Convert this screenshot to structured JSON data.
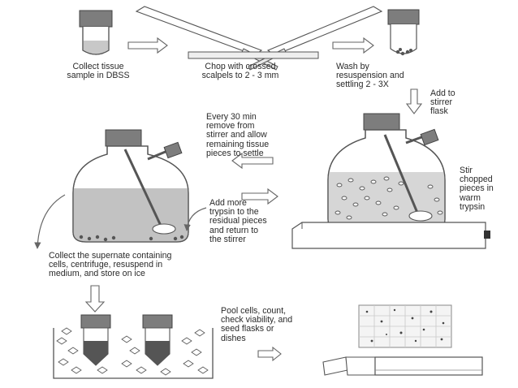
{
  "steps": {
    "collect": "Collect tissue\nsample in DBSS",
    "chop": "Chop with crossed\nscalpels to 2 - 3 mm",
    "wash": "Wash by\nresuspension and\nsettling 2 - 3X",
    "add_flask": "Add to\nstirrer\nflask",
    "remove": "Every 30 min\nremove from\nstirrer and allow\nremaining tissue\npieces to settle",
    "stir": "Stir\nchopped\npieces in\nwarm\ntrypsin",
    "add_more": "Add more\ntrypsin to the\nresidual pieces\nand return to\nthe stirrer",
    "supernate": "Collect the supernate containing\ncells, centrifuge, resuspend in\nmedium, and store on ice",
    "pool": "Pool cells, count,\ncheck viability, and\nseed flasks or\ndishes"
  }
}
